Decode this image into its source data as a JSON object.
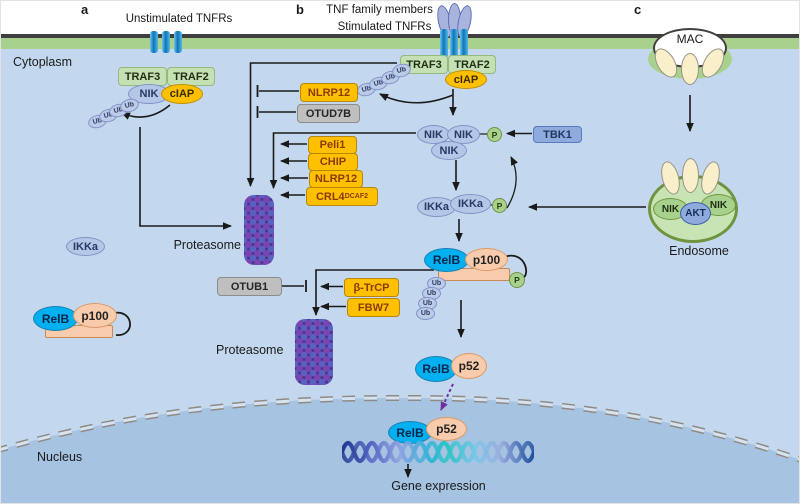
{
  "labels": {
    "panel_a": "a",
    "panel_b": "b",
    "panel_c": "c",
    "unstimulated_tnfrs": "Unstimulated TNFRs",
    "tnf_family_members": "TNF family members",
    "stimulated_tnfrs": "Stimulated TNFRs",
    "cytoplasm": "Cytoplasm",
    "nucleus": "Nucleus",
    "proteasome_upper": "Proteasome",
    "proteasome_lower": "Proteasome",
    "endosome": "Endosome",
    "gene_expression": "Gene expression"
  },
  "molecules": {
    "traf3": "TRAF3",
    "traf2": "TRAF2",
    "nik": "NIK",
    "ciap": "cIAP",
    "ub": "Ub",
    "nlrp12": "NLRP12",
    "otud7b": "OTUD7B",
    "peli1": "Peli1",
    "chip": "CHIP",
    "crl4_base": "CRL4",
    "crl4_sup": "DCAF2",
    "tbk1": "TBK1",
    "phospho": "P",
    "ikka": "IKKa",
    "relb": "RelB",
    "p100": "p100",
    "p52": "p52",
    "otub1": "OTUB1",
    "btrcp": "β-TrCP",
    "fbw7": "FBW7",
    "akt": "AKT",
    "mac": "MAC"
  },
  "colors": {
    "cytoplasm_bg": "#c3d8ee",
    "nucleus_bg": "#a6c3e2",
    "membrane_green": "#a9d18e",
    "membrane_line": "#3f3f3f",
    "orange_box": "#ffc000",
    "green_box": "#c5e0b4",
    "gray_box": "#bfbfbf",
    "blue_box": "#8faadc",
    "nik_ellipse": "#b4c7e7",
    "relb_cyan": "#00b0f0",
    "p100_peach": "#f8cbad",
    "proteasome_purple": "#5b2d8e",
    "phospho_green": "#a9d18e",
    "nuclear_arrow_purple": "#7030a0"
  }
}
